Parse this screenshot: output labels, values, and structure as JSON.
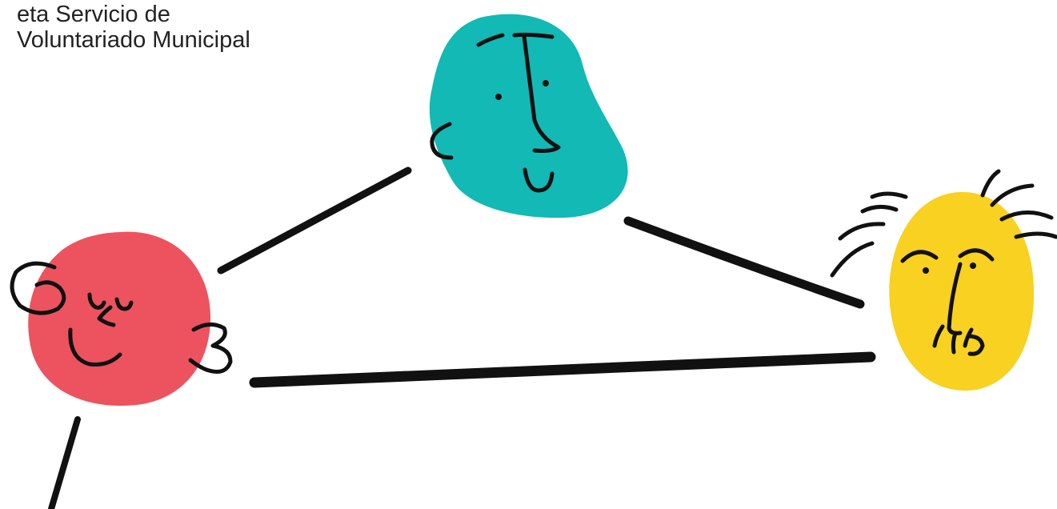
{
  "caption": {
    "line_clipped": "eta Servicio de",
    "line1": "eta Servicio de",
    "line2": "Voluntariado Municipal"
  },
  "colors": {
    "text": "#232323",
    "stroke": "#111111",
    "face_red": "#ec535f",
    "face_teal": "#12b9b5",
    "face_yellow": "#f8d121",
    "background": "#ffffff"
  },
  "icons": [
    "red-face-icon",
    "teal-face-icon",
    "yellow-face-icon"
  ]
}
